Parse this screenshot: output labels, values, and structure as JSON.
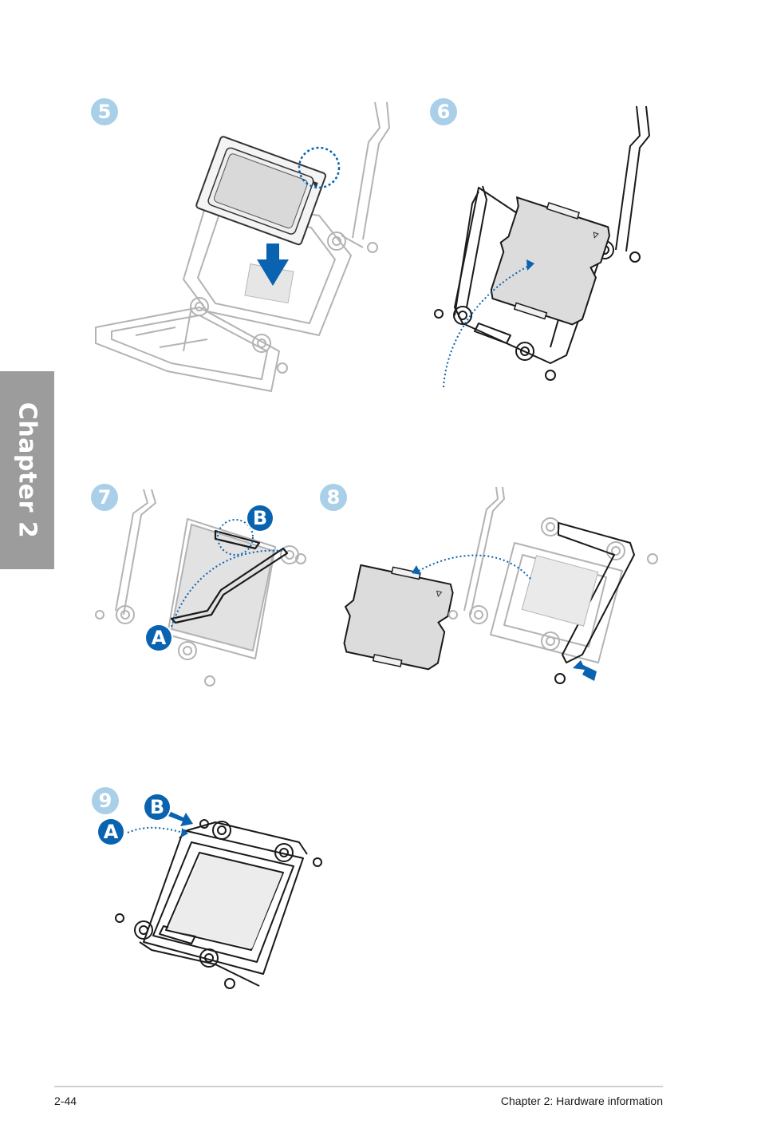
{
  "chapter_tab": {
    "label": "Chapter 2"
  },
  "steps": [
    {
      "number": "5"
    },
    {
      "number": "6"
    },
    {
      "number": "7",
      "badge_a": "A",
      "badge_b": "B"
    },
    {
      "number": "8"
    },
    {
      "number": "9",
      "badge_a": "A",
      "badge_b": "B"
    }
  ],
  "footer": {
    "page_number": "2-44",
    "title": "Chapter 2: Hardware information"
  },
  "colors": {
    "accent_blue": "#0a63b0",
    "step_circle": "#a9cfe9",
    "chapter_tab": "#9c9c9c"
  }
}
